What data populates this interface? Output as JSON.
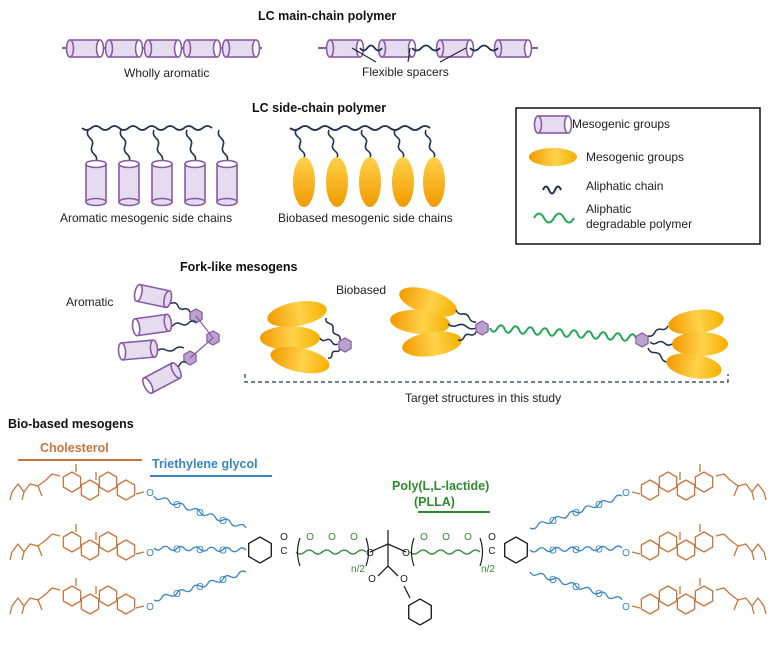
{
  "main_chain": {
    "title": "LC main-chain polymer",
    "wholly_aromatic": "Wholly aromatic",
    "flexible_spacers": "Flexible spacers"
  },
  "side_chain": {
    "title": "LC side-chain polymer",
    "aromatic": "Aromatic mesogenic side chains",
    "biobased": "Biobased mesogenic side chains"
  },
  "legend": {
    "items": [
      {
        "label": "Mesogenic groups",
        "icon": "cylinder-icon"
      },
      {
        "label": "Mesogenic groups",
        "icon": "ellipse-icon"
      },
      {
        "label": "Aliphatic chain",
        "icon": "aliphatic-chain-icon"
      },
      {
        "label": "Aliphatic degradable polymer",
        "line1": "Aliphatic",
        "line2": "degradable polymer",
        "icon": "wavy-polymer-icon"
      }
    ]
  },
  "fork": {
    "title": "Fork-like mesogens",
    "aromatic": "Aromatic",
    "biobased": "Biobased",
    "target": "Target structures in this study"
  },
  "biobased_mesogens": {
    "title": "Bio-based mesogens",
    "cholesterol": "Cholesterol",
    "teg": "Triethylene glycol",
    "plla_line1": "Poly(L,L-lactide)",
    "plla_line2": "(PLLA)",
    "n_half": "n/2",
    "atom_o": "O",
    "atom_c": "C"
  },
  "colors": {
    "purple": "#8a5aa8",
    "purple_fill": "#e6dcf0",
    "orange_dark": "#f0a000",
    "orange_light": "#ffd24a",
    "navy": "#1f3050",
    "green": "#1fa855",
    "cholesterol": "#c8753c",
    "teg": "#3a86c4",
    "plla": "#2f8a2f",
    "hexagon": "#b9a3cc"
  }
}
